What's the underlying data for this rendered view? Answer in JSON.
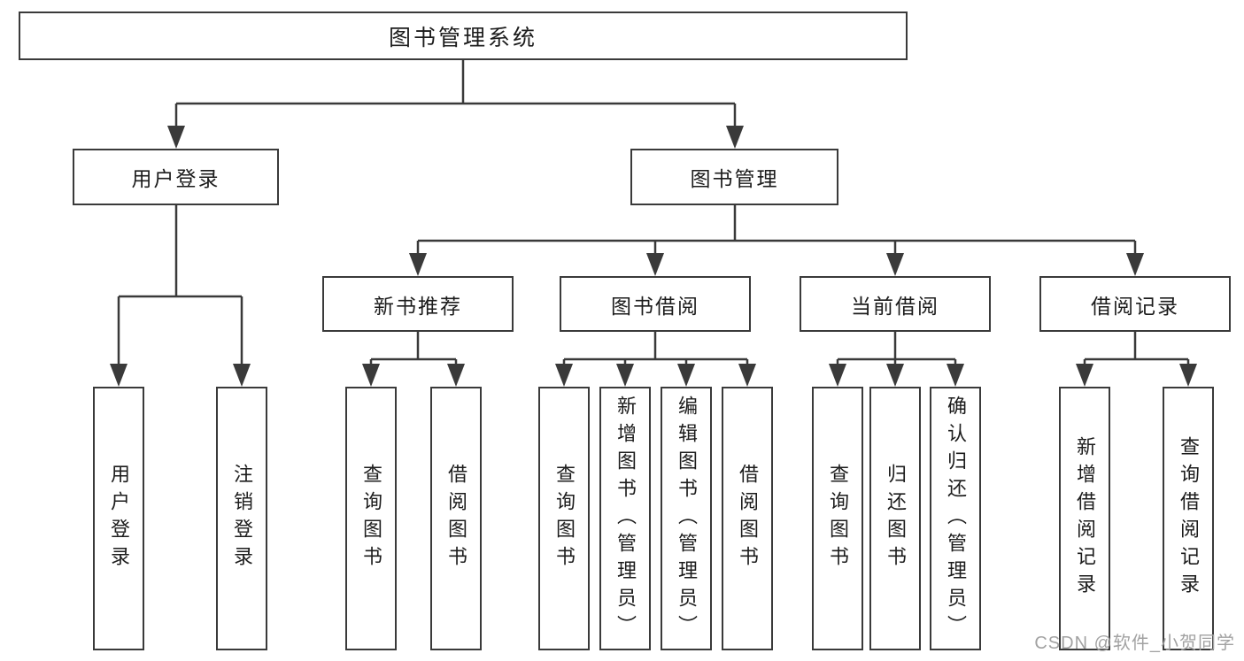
{
  "colors": {
    "line": "#3a3a3a",
    "box_border": "#3a3a3a",
    "box_fill": "#ffffff",
    "text": "#1c1c1c",
    "watermark": "#a2a2a2"
  },
  "watermark": {
    "text": "CSDN @软件_小贺同学"
  },
  "tree": {
    "root": "图书管理系统",
    "branches": [
      {
        "label": "用户登录",
        "children": [
          "用户登录",
          "注销登录"
        ]
      },
      {
        "label": "图书管理",
        "sections": [
          {
            "label": "新书推荐",
            "children": [
              "查询图书",
              "借阅图书"
            ]
          },
          {
            "label": "图书借阅",
            "children": [
              "查询图书",
              "新增图书（管理员）",
              "编辑图书（管理员）",
              "借阅图书"
            ]
          },
          {
            "label": "当前借阅",
            "children": [
              "查询图书",
              "归还图书",
              "确认归还（管理员）"
            ]
          },
          {
            "label": "借阅记录",
            "children": [
              "新增借阅记录",
              "查询借阅记录"
            ]
          }
        ]
      }
    ]
  }
}
